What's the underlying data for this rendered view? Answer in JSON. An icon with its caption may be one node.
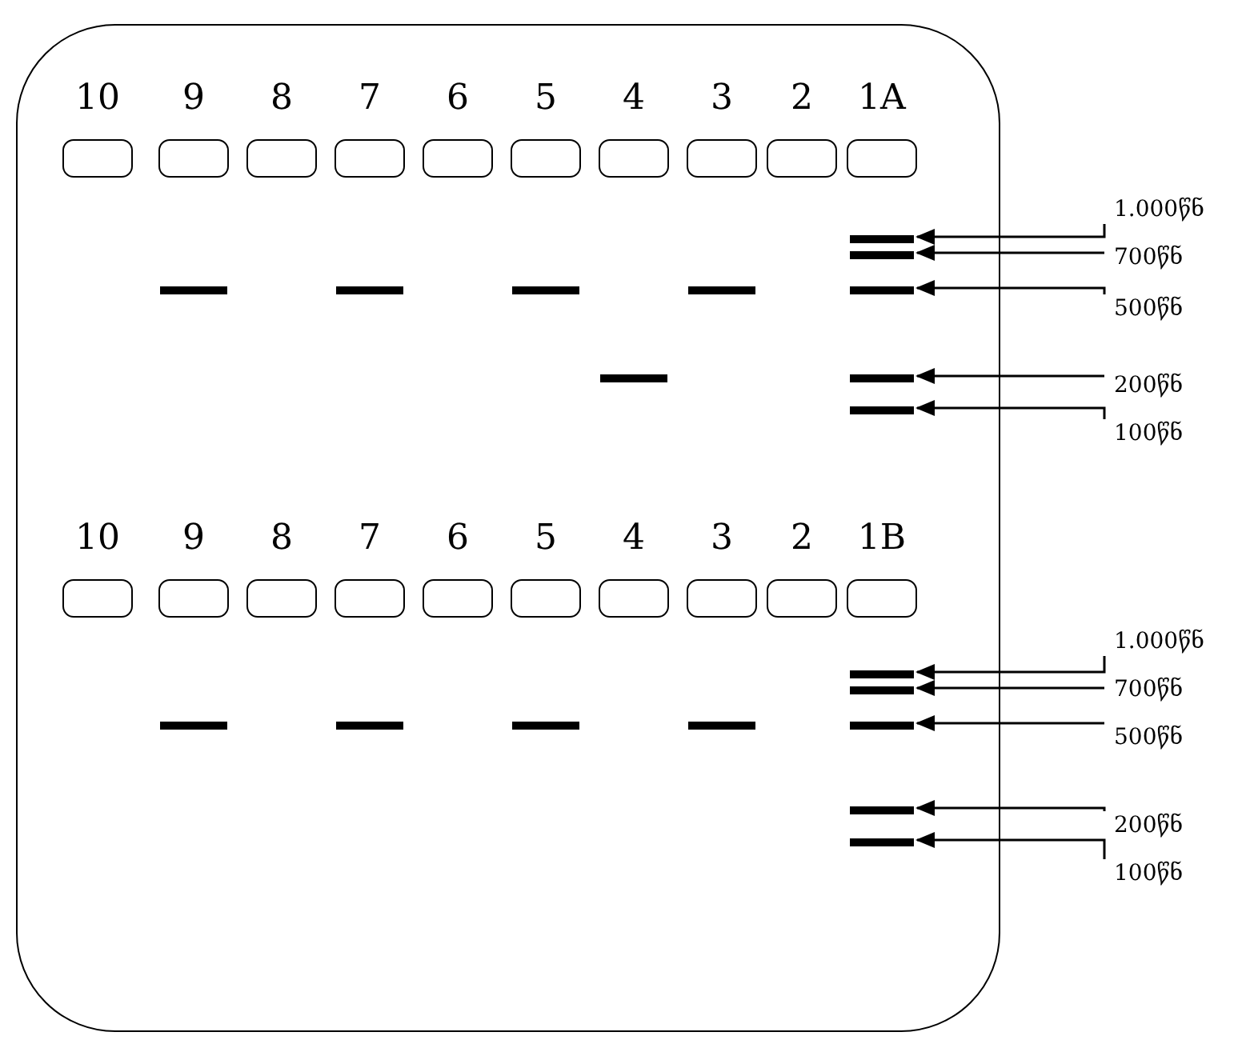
{
  "diagram": {
    "nodes": [
      {
        "text": [],
        "shape": "box"
      },
      {
        "text": [
          "10"
        ],
        "in": 0
      },
      {
        "text": [
          "9"
        ],
        "in": 0
      },
      {
        "text": [
          "8"
        ],
        "in": 0
      },
      {
        "text": [
          "7"
        ],
        "in": 0
      },
      {
        "text": [
          "6"
        ],
        "in": 0
      },
      {
        "text": [
          "5"
        ],
        "in": 0
      },
      {
        "text": [
          "4"
        ],
        "in": 0
      },
      {
        "text": [
          "3"
        ],
        "in": 0
      },
      {
        "text": [
          "2"
        ],
        "in": 0
      },
      {
        "text": [
          "1A"
        ],
        "in": 0
      },
      {
        "text": [],
        "shape": "bar",
        "in": 0
      },
      {
        "text": [],
        "shape": "bar",
        "in": 0
      },
      {
        "text": [],
        "shape": "bar",
        "in": 0
      },
      {
        "text": [],
        "shape": "bar",
        "in": 0
      },
      {
        "text": [],
        "shape": "bar",
        "in": 0
      },
      {
        "text": [],
        "shape": "bar",
        "in": 0
      },
      {
        "text": [],
        "shape": "bar",
        "in": 0
      },
      {
        "text": [],
        "shape": "bar",
        "in": 0
      },
      {
        "text": [],
        "shape": "bar",
        "in": 0
      },
      {
        "text": [],
        "shape": "bar",
        "in": 0
      },
      {
        "text": [
          "10"
        ],
        "in": 0
      },
      {
        "text": [
          "9"
        ],
        "in": 0
      },
      {
        "text": [
          "8"
        ],
        "in": 0
      },
      {
        "text": [
          "7"
        ],
        "in": 0
      },
      {
        "text": [
          "6"
        ],
        "in": 0
      },
      {
        "text": [
          "5"
        ],
        "in": 0
      },
      {
        "text": [
          "4"
        ],
        "in": 0
      },
      {
        "text": [
          "3"
        ],
        "in": 0
      },
      {
        "text": [
          "2"
        ],
        "in": 0
      },
      {
        "text": [
          "1B"
        ],
        "in": 0
      },
      {
        "text": [],
        "shape": "bar",
        "in": 0
      },
      {
        "text": [],
        "shape": "bar",
        "in": 0
      },
      {
        "text": [],
        "shape": "bar",
        "in": 0
      },
      {
        "text": [],
        "shape": "bar",
        "in": 0
      },
      {
        "text": [],
        "shape": "bar",
        "in": 0
      },
      {
        "text": [],
        "shape": "bar",
        "in": 0
      },
      {
        "text": [],
        "shape": "bar",
        "in": 0
      },
      {
        "text": [],
        "shape": "bar",
        "in": 0
      },
      {
        "text": [],
        "shape": "bar",
        "in": 0
      },
      {
        "text": [
          "1.000წნ"
        ]
      },
      {
        "text": [
          "700წნ"
        ]
      },
      {
        "text": [
          "500წნ"
        ]
      },
      {
        "text": [
          "200წნ"
        ]
      },
      {
        "text": [
          "100წნ"
        ]
      },
      {
        "text": [
          "1.000წნ"
        ]
      },
      {
        "text": [
          "700წნ"
        ]
      },
      {
        "text": [
          "500წნ"
        ]
      },
      {
        "text": [
          "200წნ"
        ]
      },
      {
        "text": [
          "100წნ"
        ]
      }
    ],
    "edges": [
      {
        "from": 40,
        "to": 11,
        "arrow": "to"
      },
      {
        "from": 41,
        "to": 12,
        "arrow": "to"
      },
      {
        "from": 42,
        "to": 13,
        "arrow": "to"
      },
      {
        "from": 43,
        "to": 14,
        "arrow": "to"
      },
      {
        "from": 44,
        "to": 15,
        "arrow": "to"
      },
      {
        "from": 45,
        "to": 31,
        "arrow": "to"
      },
      {
        "from": 46,
        "to": 32,
        "arrow": "to"
      },
      {
        "from": 47,
        "to": 33,
        "arrow": "to"
      },
      {
        "from": 48,
        "to": 34,
        "arrow": "to"
      },
      {
        "from": 49,
        "to": 35,
        "arrow": "to"
      }
    ]
  }
}
